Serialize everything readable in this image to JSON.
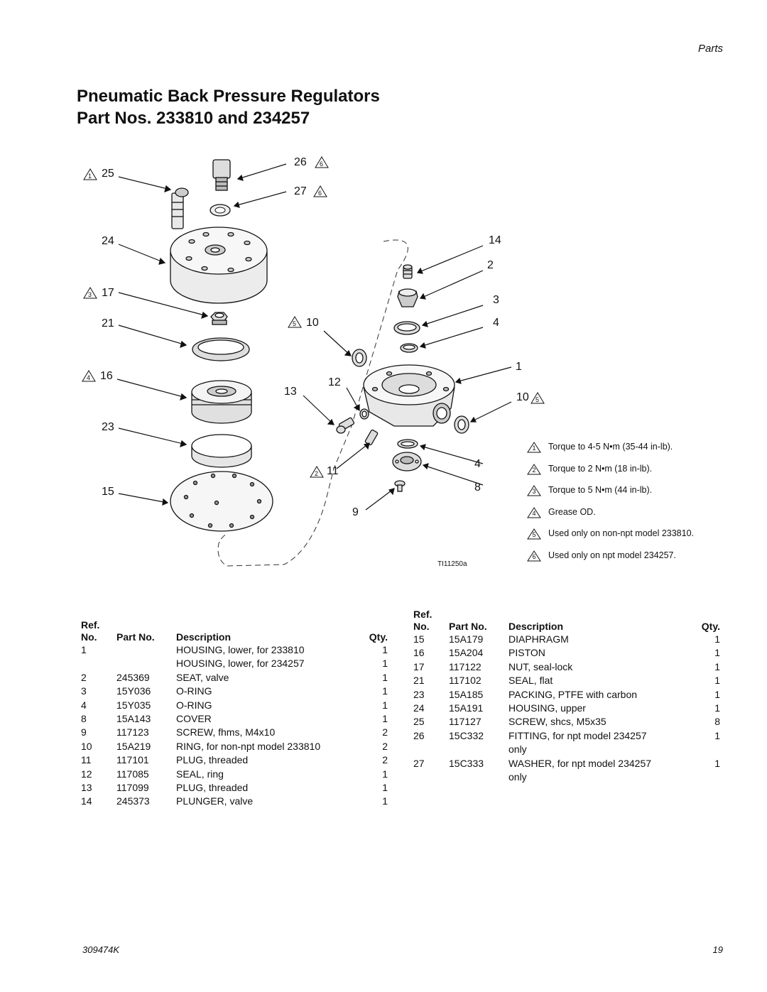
{
  "header": {
    "section": "Parts"
  },
  "title": {
    "line1": "Pneumatic Back Pressure Regulators",
    "line2": "Part Nos. 233810 and 234257"
  },
  "figure": {
    "callouts": [
      {
        "id": "c25",
        "text": "25",
        "note": "1"
      },
      {
        "id": "c26",
        "text": "26",
        "note": "6"
      },
      {
        "id": "c27",
        "text": "27",
        "note": "6"
      },
      {
        "id": "c24",
        "text": "24",
        "note": ""
      },
      {
        "id": "c17",
        "text": "17",
        "note": "3"
      },
      {
        "id": "c21",
        "text": "21",
        "note": ""
      },
      {
        "id": "c16",
        "text": "16",
        "note": "4"
      },
      {
        "id": "c23",
        "text": "23",
        "note": ""
      },
      {
        "id": "c15",
        "text": "15",
        "note": ""
      },
      {
        "id": "c10a",
        "text": "10",
        "note": "5"
      },
      {
        "id": "c12",
        "text": "12",
        "note": ""
      },
      {
        "id": "c13",
        "text": "13",
        "note": ""
      },
      {
        "id": "c11",
        "text": "11",
        "note": "2"
      },
      {
        "id": "c9",
        "text": "9",
        "note": ""
      },
      {
        "id": "c14",
        "text": "14",
        "note": ""
      },
      {
        "id": "c2",
        "text": "2",
        "note": ""
      },
      {
        "id": "c3",
        "text": "3",
        "note": ""
      },
      {
        "id": "c4a",
        "text": "4",
        "note": ""
      },
      {
        "id": "c1",
        "text": "1",
        "note": ""
      },
      {
        "id": "c10b",
        "text": "10",
        "note": "5"
      },
      {
        "id": "c4b",
        "text": "4",
        "note": ""
      },
      {
        "id": "c8",
        "text": "8",
        "note": ""
      }
    ],
    "figure_id": "TI11250a"
  },
  "notes": [
    {
      "num": "1",
      "text": "Torque to 4-5 N•m (35-44 in-lb)."
    },
    {
      "num": "2",
      "text": "Torque to 2 N•m (18 in-lb)."
    },
    {
      "num": "3",
      "text": "Torque to 5 N•m (44 in-lb)."
    },
    {
      "num": "4",
      "text": "Grease OD."
    },
    {
      "num": "5",
      "text": "Used only on non-npt model 233810."
    },
    {
      "num": "6",
      "text": "Used only on npt model 234257."
    }
  ],
  "table_headers": {
    "ref_line1": "Ref.",
    "ref_line2": "No.",
    "part_no": "Part No.",
    "description": "Description",
    "qty": "Qty."
  },
  "parts_left": [
    {
      "ref": "1",
      "part": "",
      "desc": "HOUSING, lower, for 233810",
      "qty": "1"
    },
    {
      "ref": "",
      "part": "",
      "desc": "HOUSING, lower, for 234257",
      "qty": "1"
    },
    {
      "ref": "2",
      "part": "245369",
      "desc": "SEAT, valve",
      "qty": "1"
    },
    {
      "ref": "3",
      "part": "15Y036",
      "desc": "O-RING",
      "qty": "1"
    },
    {
      "ref": "4",
      "part": "15Y035",
      "desc": "O-RING",
      "qty": "1"
    },
    {
      "ref": "8",
      "part": "15A143",
      "desc": "COVER",
      "qty": "1"
    },
    {
      "ref": "9",
      "part": "117123",
      "desc": "SCREW, fhms, M4x10",
      "qty": "2"
    },
    {
      "ref": "10",
      "part": "15A219",
      "desc": "RING, for non-npt model 233810",
      "qty": "2"
    },
    {
      "ref": "11",
      "part": "117101",
      "desc": "PLUG, threaded",
      "qty": "2"
    },
    {
      "ref": "12",
      "part": "117085",
      "desc": "SEAL, ring",
      "qty": "1"
    },
    {
      "ref": "13",
      "part": "117099",
      "desc": "PLUG, threaded",
      "qty": "1"
    },
    {
      "ref": "14",
      "part": "245373",
      "desc": "PLUNGER, valve",
      "qty": "1"
    }
  ],
  "parts_right": [
    {
      "ref": "15",
      "part": "15A179",
      "desc": "DIAPHRAGM",
      "qty": "1"
    },
    {
      "ref": "16",
      "part": "15A204",
      "desc": "PISTON",
      "qty": "1"
    },
    {
      "ref": "17",
      "part": "117122",
      "desc": "NUT, seal-lock",
      "qty": "1"
    },
    {
      "ref": "21",
      "part": "117102",
      "desc": "SEAL, flat",
      "qty": "1"
    },
    {
      "ref": "23",
      "part": "15A185",
      "desc": "PACKING, PTFE with carbon",
      "qty": "1"
    },
    {
      "ref": "24",
      "part": "15A191",
      "desc": "HOUSING, upper",
      "qty": "1"
    },
    {
      "ref": "25",
      "part": "117127",
      "desc": "SCREW, shcs, M5x35",
      "qty": "8"
    },
    {
      "ref": "26",
      "part": "15C332",
      "desc": "FITTING, for npt model 234257",
      "qty": "1"
    },
    {
      "ref": "",
      "part": "",
      "desc": "only",
      "qty": ""
    },
    {
      "ref": "27",
      "part": "15C333",
      "desc": "WASHER, for npt model 234257",
      "qty": "1"
    },
    {
      "ref": "",
      "part": "",
      "desc": "only",
      "qty": ""
    }
  ],
  "footer": {
    "doc_number": "309474K",
    "page_number": "19"
  }
}
